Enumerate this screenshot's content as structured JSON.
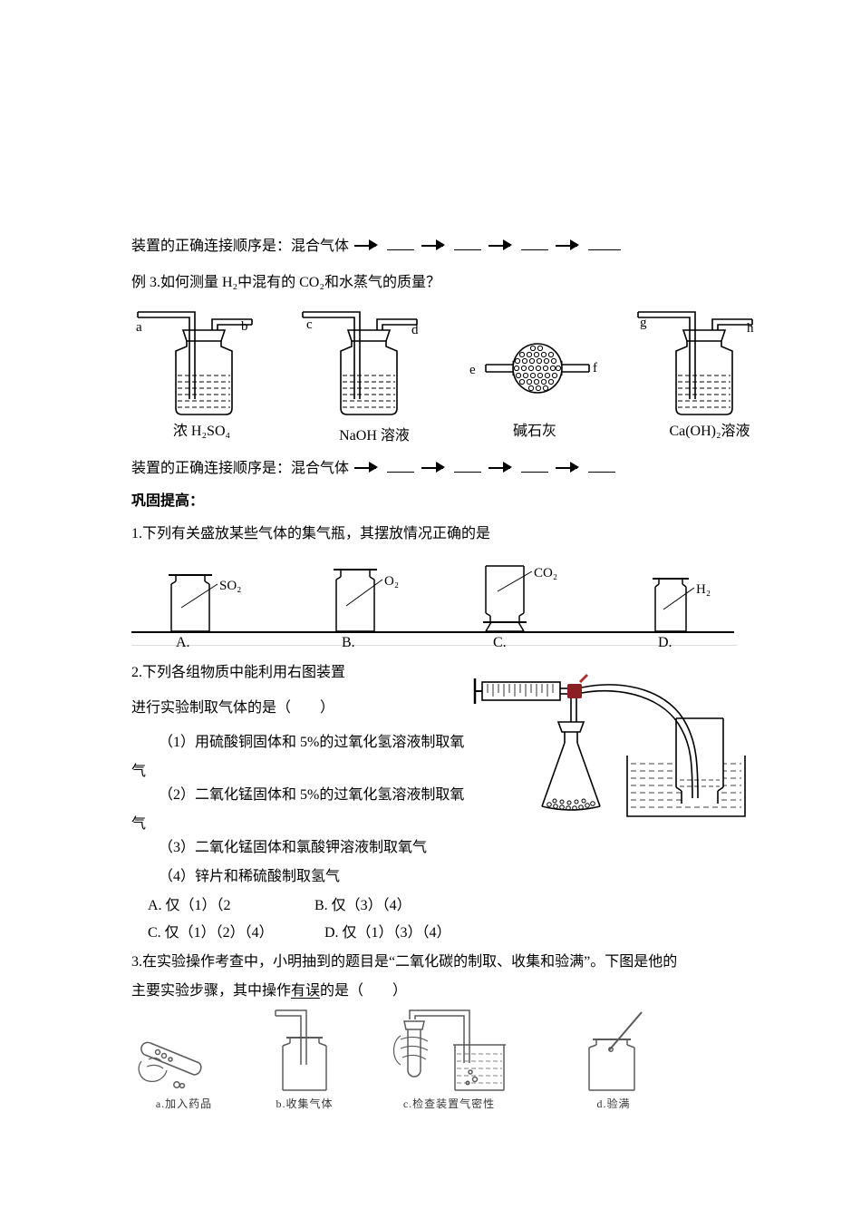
{
  "colors": {
    "valve_red": "#8a1f24",
    "valve_handle": "#b03030"
  },
  "order_line_1": {
    "prefix": "装置的正确连接顺序是：混合气体"
  },
  "example3": "例 3.如何测量 H₂中混有的 CO₂和水蒸气的质量？",
  "apparatus": {
    "items": [
      {
        "left_label": "a",
        "right_label": "b",
        "caption": "浓 H₂SO₄"
      },
      {
        "left_label": "c",
        "right_label": "d",
        "caption": "NaOH 溶液"
      },
      {
        "left_label": "e",
        "right_label": "f",
        "caption": "碱石灰"
      },
      {
        "left_label": "g",
        "right_label": "h",
        "caption": "Ca(OH)₂溶液"
      }
    ]
  },
  "order_line_2": {
    "prefix": "装置的正确连接顺序是：混合气体"
  },
  "section_heading": "巩固提高：",
  "q1": {
    "stem": "1.下列有关盛放某些气体的集气瓶，其摆放情况正确的是",
    "bottles": [
      {
        "gas": "SO₂",
        "option": "A."
      },
      {
        "gas": "O₂",
        "option": "B."
      },
      {
        "gas": "CO₂",
        "option": "C."
      },
      {
        "gas": "H₂",
        "option": "D."
      }
    ]
  },
  "q2": {
    "stem_line1": "2.下列各组物质中能利用右图装置",
    "stem_line2": "进行实验制取气体的是（　　）",
    "option1_line1": "（1）用硫酸铜固体和 5%的过氧化氢溶液制取氧",
    "option1_line2": "气",
    "option2_line1": "（2）二氧化锰固体和 5%的过氧化氢溶液制取氧",
    "option2_line2": "气",
    "option3": "（3）二氧化锰固体和氯酸钾溶液制取氧气",
    "option4": "（4）锌片和稀硫酸制取氢气",
    "choice_a": "A. 仅（1）（2",
    "choice_b": "B. 仅（3）（4）",
    "choice_c": "C. 仅（1）（2）（4）",
    "choice_d": "D. 仅（1）（3）（4）"
  },
  "q3": {
    "stem_line1": "3.在实验操作考查中，小明抽到的题目是“二氧化碳的制取、收集和验满”。下图是他的",
    "stem_line2_pre": "主要实验步骤，其中操作",
    "stem_line2_underlined": "有误",
    "stem_line2_post": "的是（　　）",
    "step_captions": [
      "a.加入药品",
      "b.收集气体",
      "c.检查装置气密性",
      "d.验满"
    ]
  }
}
